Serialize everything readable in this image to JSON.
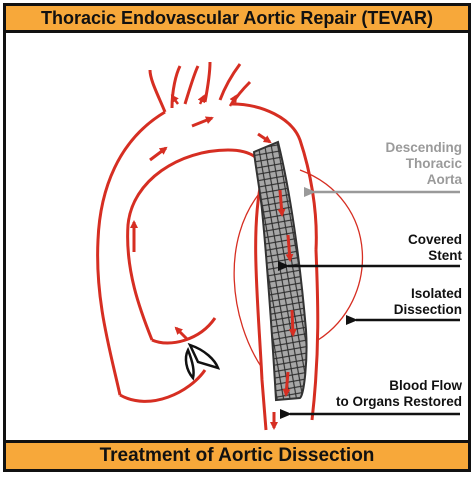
{
  "title": "Thoracic Endovascular Aortic Repair (TEVAR)",
  "footer": "Treatment of Aortic Dissection",
  "labels": {
    "descending": [
      "Descending",
      "Thoracic",
      "Aorta"
    ],
    "stent": [
      "Covered",
      "Stent"
    ],
    "dissection": [
      "Isolated",
      "Dissection"
    ],
    "blood_flow": [
      "Blood Flow",
      "to Organs Restored"
    ]
  },
  "colors": {
    "banner": "#f7a83a",
    "vessel": "#d62e22",
    "label_gray": "#9a9a9a",
    "label_dark": "#111111",
    "stent_fill": "#9a9a9a"
  }
}
